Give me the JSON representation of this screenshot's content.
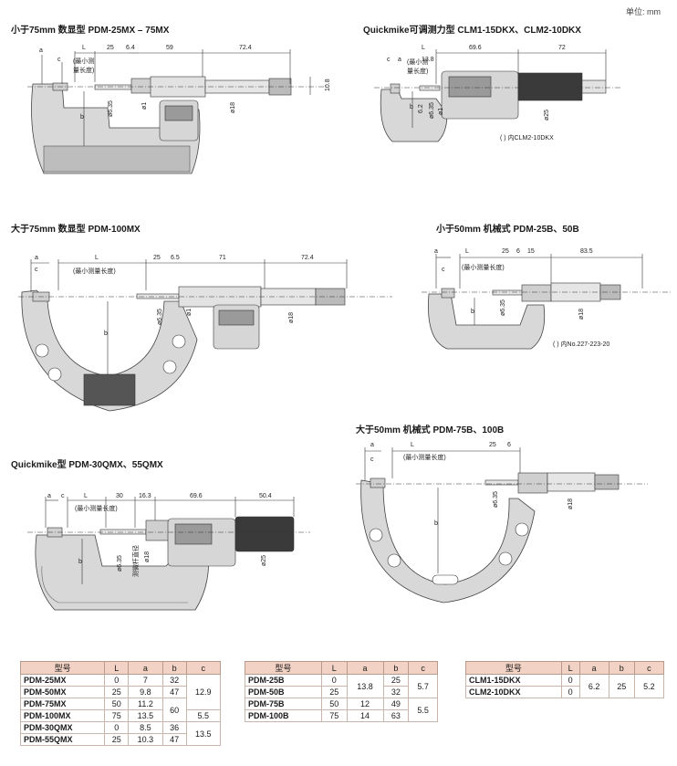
{
  "unit_label": "单位: mm",
  "panels": {
    "p1": {
      "title": "小于75mm 数显型   PDM-25MX – 75MX",
      "dims": {
        "a": "a",
        "c": "c",
        "L": "L",
        "d25": "25",
        "d64": "6.4",
        "d59": "59",
        "d724": "72.4",
        "h108": "10.8",
        "b": "b",
        "dia635": "ø6.35",
        "dia18": "ø18",
        "dia1": "ø1"
      },
      "note_spindle": "(最小测量长度)"
    },
    "p2": {
      "title": "Quickmike可调测力型   CLM1-15DKX、CLM2-10DKX",
      "dims": {
        "L": "L",
        "d696": "69.6",
        "d72": "72",
        "c": "c",
        "a": "a",
        "v62": "6.2",
        "v138": "13.8",
        "b": "b",
        "dia635": "ø6.35",
        "dia1": "ø1",
        "dia25": "ø25"
      },
      "note_spindle": "(最小测量长度)",
      "note_paren": "(   ) 内CLM2-10DKX"
    },
    "p3": {
      "title": "大于75mm 数显型   PDM-100MX",
      "dims": {
        "a": "a",
        "c": "c",
        "L": "L",
        "d25": "25",
        "d65": "6.5",
        "d71": "71",
        "d724": "72.4",
        "b": "b",
        "dia635": "ø6.35",
        "dia18": "ø18",
        "dia1": "ø1"
      },
      "note_spindle": "(最小测量长度)"
    },
    "p4": {
      "title": "小于50mm 机械式   PDM-25B、50B",
      "dims": {
        "a": "a",
        "c": "c",
        "L": "L",
        "d25": "25",
        "d6": "6",
        "d15": "15",
        "d835": "83.5",
        "b": "b",
        "dia635": "ø6.35",
        "dia18": "ø18"
      },
      "note_spindle": "(最小测量长度)",
      "note_paren": "(   ) 内No.227-223-20"
    },
    "p5": {
      "title": "大于50mm 机械式   PDM-75B、100B",
      "dims": {
        "a": "a",
        "c": "c",
        "L": "L",
        "d25": "25",
        "d6": "6",
        "b": "b",
        "dia635": "ø6.35",
        "dia18": "ø18"
      },
      "note_spindle": "(最小测量长度)"
    },
    "p6": {
      "title": "Quickmike型   PDM-30QMX、55QMX",
      "dims": {
        "a": "a",
        "c": "c",
        "L": "L",
        "d30": "30",
        "d163": "16.3",
        "d696": "69.6",
        "d504": "50.4",
        "b": "b",
        "dia635": "ø6.35",
        "dia25": "ø25",
        "dia18": "ø18"
      },
      "note_spindle": "(最小测量长度)",
      "note_spindle2": "测微杆直径"
    }
  },
  "tables": {
    "t1": {
      "headers": [
        "型号",
        "L",
        "a",
        "b",
        "c"
      ],
      "rows": [
        {
          "model": "PDM-25MX",
          "L": "0",
          "a": "7",
          "b": "32"
        },
        {
          "model": "PDM-50MX",
          "L": "25",
          "a": "9.8",
          "b": "47"
        },
        {
          "model": "PDM-75MX",
          "L": "50",
          "a": "11.2"
        },
        {
          "model": "PDM-100MX",
          "L": "75",
          "a": "13.5"
        },
        {
          "model": "PDM-30QMX",
          "L": "0",
          "a": "8.5",
          "b": "36"
        },
        {
          "model": "PDM-55QMX",
          "L": "25",
          "a": "10.3",
          "b": "47"
        }
      ],
      "c_1_3": "12.9",
      "b_3_4": "60",
      "c_4": "5.5",
      "c_5_6": "13.5"
    },
    "t2": {
      "headers": [
        "型号",
        "L",
        "a",
        "b",
        "c"
      ],
      "rows": [
        {
          "model": "PDM-25B",
          "L": "0",
          "b": "25"
        },
        {
          "model": "PDM-50B",
          "L": "25",
          "b": "32"
        },
        {
          "model": "PDM-75B",
          "L": "50",
          "a": "12",
          "b": "49"
        },
        {
          "model": "PDM-100B",
          "L": "75",
          "a": "14",
          "b": "63"
        }
      ],
      "a_1_2": "13.8",
      "c_1_2": "5.7",
      "c_3_4": "5.5"
    },
    "t3": {
      "headers": [
        "型号",
        "L",
        "a",
        "b",
        "c"
      ],
      "rows": [
        {
          "model": "CLM1-15DKX",
          "L": "0"
        },
        {
          "model": "CLM2-10DKX",
          "L": "0"
        }
      ],
      "a": "6.2",
      "b": "25",
      "c": "5.2"
    }
  }
}
